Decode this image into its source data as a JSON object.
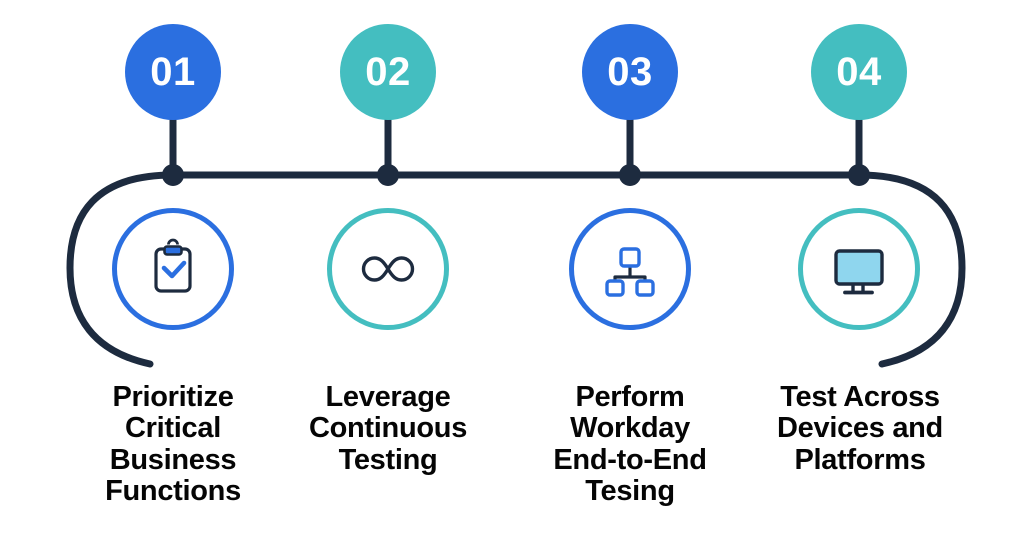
{
  "infographic": {
    "title_present": false,
    "colors": {
      "blue": "#2b6fe0",
      "teal": "#44bec0",
      "navy": "#1d2b3f",
      "screen_fill": "#8fd6ee",
      "background": "#ffffff",
      "caption_text": "#050505"
    },
    "steps": [
      {
        "number": "01",
        "badge_color": "#2b6fe0",
        "ring_color": "#2b6fe0",
        "icon": "clipboard-check-icon",
        "caption_lines": [
          "Prioritize",
          "Critical",
          "Business",
          "Functions"
        ],
        "caption_text": "Prioritize Critical Business Functions"
      },
      {
        "number": "02",
        "badge_color": "#44bec0",
        "ring_color": "#44bec0",
        "icon": "infinity-icon",
        "caption_lines": [
          "Leverage",
          "Continuous",
          "Testing"
        ],
        "caption_text": "Leverage Continuous Testing"
      },
      {
        "number": "03",
        "badge_color": "#2b6fe0",
        "ring_color": "#2b6fe0",
        "icon": "hierarchy-icon",
        "caption_lines": [
          "Perform",
          "Workday",
          "End-to-End",
          "Tesing"
        ],
        "caption_text": "Perform Workday End-to-End Tesing"
      },
      {
        "number": "04",
        "badge_color": "#44bec0",
        "ring_color": "#44bec0",
        "icon": "monitor-icon",
        "caption_lines": [
          "Test Across",
          "Devices and",
          "Platforms"
        ],
        "caption_text": "Test Across Devices and Platforms"
      }
    ]
  }
}
